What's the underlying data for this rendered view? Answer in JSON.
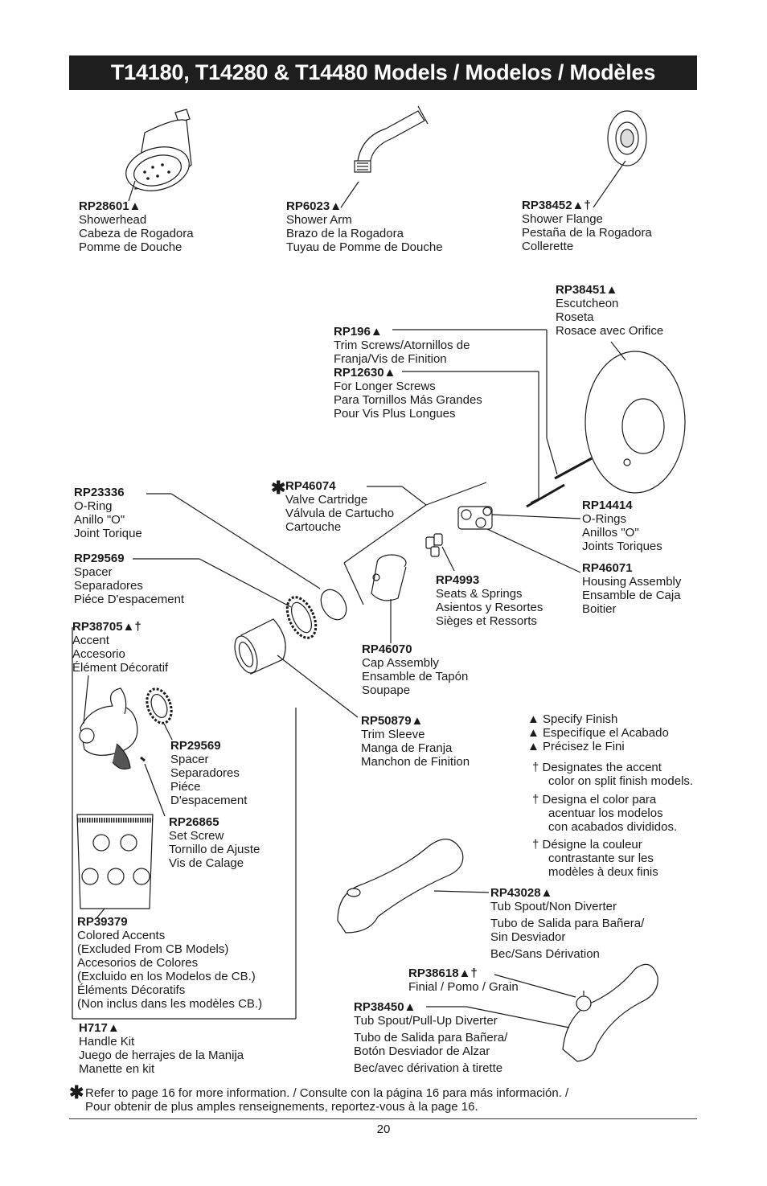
{
  "title": "T14180, T14280 & T14480 Models / Modelos / Modèles",
  "parts": {
    "rp28601": {
      "number": "RP28601▲",
      "lines": [
        "Showerhead",
        "Cabeza de Rogadora",
        "Pomme de Douche"
      ]
    },
    "rp6023": {
      "number": "RP6023▲",
      "lines": [
        "Shower Arm",
        "Brazo de la Rogadora",
        "Tuyau de Pomme de Douche"
      ]
    },
    "rp38452": {
      "number": "RP38452▲†",
      "lines": [
        "Shower Flange",
        "Pestaña de la Rogadora",
        "Collerette"
      ]
    },
    "rp38451": {
      "number": "RP38451▲",
      "lines": [
        "Escutcheon",
        "Roseta",
        "Rosace avec Orifice"
      ]
    },
    "rp196": {
      "number": "RP196▲",
      "lines": [
        "Trim Screws/Atornillos de",
        "Franja/Vis de Finition"
      ]
    },
    "rp12630": {
      "number": "RP12630▲",
      "lines": [
        "For Longer Screws",
        "Para Tornillos Más Grandes",
        "Pour Vis Plus Longues"
      ]
    },
    "rp46074": {
      "number": "RP46074",
      "lines": [
        "Valve Cartridge",
        "Válvula de Cartucho",
        "Cartouche"
      ]
    },
    "rp23336": {
      "number": "RP23336",
      "lines": [
        "O-Ring",
        "Anillo \"O\"",
        "Joint Torique"
      ]
    },
    "rp29569a": {
      "number": "RP29569",
      "lines": [
        "Spacer",
        "Separadores",
        "Piéce D'espacement"
      ]
    },
    "rp14414": {
      "number": "RP14414",
      "lines": [
        "O-Rings",
        "Anillos \"O\"",
        "Joints Toriques"
      ]
    },
    "rp46071": {
      "number": "RP46071",
      "lines": [
        "Housing Assembly",
        "Ensamble de Caja",
        "Boitier"
      ]
    },
    "rp4993": {
      "number": "RP4993",
      "lines": [
        "Seats & Springs",
        "Asientos y Resortes",
        "Sièges et Ressorts"
      ]
    },
    "rp38705": {
      "number": "RP38705▲†",
      "lines": [
        "Accent",
        "Accesorio",
        "Élément Décoratif"
      ]
    },
    "rp46070": {
      "number": "RP46070",
      "lines": [
        "Cap Assembly",
        "Ensamble de Tapón",
        "Soupape"
      ]
    },
    "rp50879": {
      "number": "RP50879▲",
      "lines": [
        "Trim Sleeve",
        "Manga de Franja",
        "Manchon de Finition"
      ]
    },
    "rp29569b": {
      "number": "RP29569",
      "lines": [
        "Spacer",
        "Separadores",
        "Piéce",
        "D'espacement"
      ]
    },
    "rp26865": {
      "number": "RP26865",
      "lines": [
        "Set Screw",
        "Tornillo de Ajuste",
        "Vis de Calage"
      ]
    },
    "rp39379": {
      "number": "RP39379",
      "lines": [
        "Colored Accents",
        "(Excluded From CB Models)",
        "Accesorios de Colores",
        "(Excluido en los Modelos de CB.)",
        "Éléments Décoratifs",
        "(Non inclus dans les modèles CB.)"
      ]
    },
    "h717": {
      "number": "H717▲",
      "lines": [
        "Handle Kit",
        "Juego de herrajes de la Manija",
        "Manette en kit"
      ]
    },
    "rp43028": {
      "number": "RP43028▲",
      "lines": [
        "Tub Spout/Non Diverter",
        "Tubo de Salida para Bañera/",
        "Sin Desviador",
        "Bec/Sans Dérivation"
      ]
    },
    "rp38618": {
      "number": "RP38618▲†",
      "lines": [
        "Finial / Pomo / Grain"
      ]
    },
    "rp38450": {
      "number": "RP38450▲",
      "lines": [
        "Tub Spout/Pull-Up Diverter",
        "Tubo de Salida para Bañera/",
        "Botón Desviador de Alzar",
        "Bec/avec dérivation à tirette"
      ]
    }
  },
  "notes": {
    "finish": [
      "▲ Specify Finish",
      "▲ Especifíque el Acabado",
      "▲ Précisez le Fini"
    ],
    "accent_en": [
      "† Designates the accent",
      "color on split finish models."
    ],
    "accent_es": [
      "† Designa el color para",
      "acentuar los modelos",
      "con acabados divididos."
    ],
    "accent_fr": [
      "† Désigne la couleur",
      "contrastante sur les",
      "modèles à deux finis"
    ]
  },
  "star_mark": "✱",
  "footnote": [
    "Refer to page 16 for more information. / Consulte con la página 16 para más información. /",
    "Pour obtenir de plus amples renseignements, reportez-vous à la page 16."
  ],
  "page_number": "20"
}
